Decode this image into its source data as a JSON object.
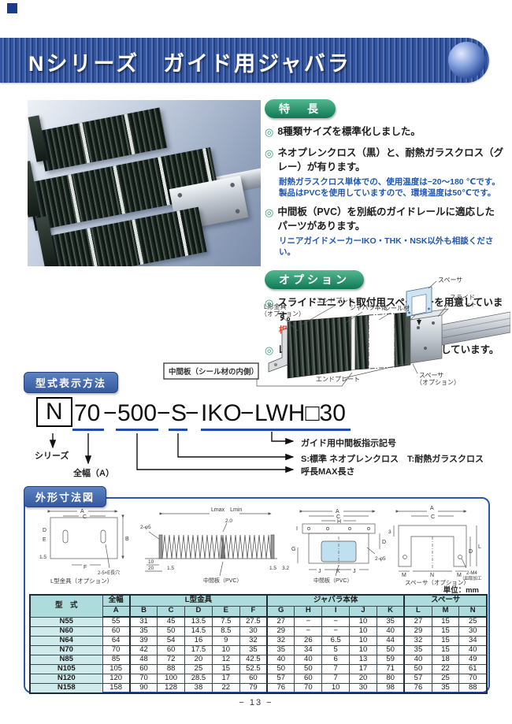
{
  "banner": {
    "title": "Nシリーズ　ガイド用ジャバラ"
  },
  "features": {
    "header": "特　長",
    "item1": "8種類サイズを標準化しました。",
    "item2": "ネオプレンクロス（黒）と、耐熱ガラスクロス（グレー）が有ります。",
    "item2_note": "耐熱ガラスクロス単体での、使用温度は−20〜180 ℃です。製品はPVCを使用していますので、環境温度は50℃です。",
    "item3": "中間板（PVC）を別紙のガイドレールに適応したパーツがあります。",
    "item3_note": "リニアガイドメーカーIKO・THK・NSK以外も相談ください。"
  },
  "options": {
    "header": "オプション",
    "item1": "スライドユニット取付用スペーサーを用意しています。",
    "item1_note": "相手側にあわせて取付穴を加工してください。",
    "item2": "レールエンド固定用にL型金具を用意しています。"
  },
  "assembly": {
    "labels": {
      "l_bracket": "L形金具",
      "l_bracket2": "（オプション）",
      "end_plate_top": "エンドプレート",
      "bellows": "ジャバラ本体",
      "seal": "シール材",
      "spacer_top": "スペーサ",
      "slide1": "スライド",
      "slide2": "ユニット",
      "mid_plate": "中間板（シール材の内側）",
      "end_plate_bottom": "エンドプレート",
      "spacer_bottom": "スペーサ",
      "spacer_bottom2": "（オプション）"
    }
  },
  "model": {
    "header": "型式表示方法",
    "series": "N",
    "width": "70",
    "dash": "−",
    "length": "500",
    "cloth": "S",
    "maker": "IKO",
    "rail": "LWH□30",
    "ann_series": "シリーズ",
    "ann_width": "全幅（A）",
    "ann_length": "呼長MAX長さ",
    "ann_cloth": "S:標準 ネオプレンクロス　T:耐熱ガラスクロス",
    "ann_rail": "ガイド用中間板指示記号"
  },
  "dims": {
    "header": "外形寸法図",
    "unit": "単位：mm",
    "d1": {
      "a": "A",
      "c": "C",
      "b": "B",
      "d": "D",
      "e": "E",
      "t15": "1.5",
      "f": "F",
      "slot": "2-5×E長穴",
      "caption": "L型金具（オプション）"
    },
    "d2": {
      "lmax": "Lmax　Lmin",
      "pitch": "2.0",
      "phi": "2-φ5",
      "n10": "10",
      "n20": "20",
      "t15a": "1.5",
      "t15b": "1.5",
      "t32": "3.2",
      "mid": "中間板（PVC）"
    },
    "d3": {
      "a": "A",
      "c": "C",
      "h": "H",
      "i": "I",
      "g": "G",
      "d": "D",
      "j": "J",
      "k": "K",
      "phi": "2-φ5",
      "mid": "中間板（PVC）"
    },
    "d4": {
      "a": "A",
      "c": "C",
      "t3": "3",
      "d": "D",
      "l": "L",
      "m": "M",
      "n": "N",
      "m4": "2-M4",
      "m4note": "（皿取加工）",
      "caption": "スペーサ（オプション）"
    }
  },
  "table": {
    "col_model": "型　式",
    "groups": [
      "全幅",
      "L型金具",
      "ジャバラ本体",
      "スペーサ"
    ],
    "columns": [
      "A",
      "B",
      "C",
      "D",
      "E",
      "F",
      "G",
      "H",
      "I",
      "J",
      "K",
      "L",
      "M",
      "N"
    ],
    "rows": [
      {
        "model": "N55",
        "values": [
          "55",
          "31",
          "45",
          "13.5",
          "7.5",
          "27.5",
          "27",
          "−",
          "−",
          "10",
          "35",
          "27",
          "15",
          "25"
        ]
      },
      {
        "model": "N60",
        "values": [
          "60",
          "35",
          "50",
          "14.5",
          "8.5",
          "30",
          "29",
          "−",
          "−",
          "10",
          "40",
          "29",
          "15",
          "30"
        ]
      },
      {
        "model": "N64",
        "values": [
          "64",
          "39",
          "54",
          "16",
          "9",
          "32",
          "32",
          "26",
          "6.5",
          "10",
          "44",
          "32",
          "15",
          "34"
        ]
      },
      {
        "model": "N70",
        "values": [
          "70",
          "42",
          "60",
          "17.5",
          "10",
          "35",
          "35",
          "34",
          "5",
          "10",
          "50",
          "35",
          "15",
          "40"
        ]
      },
      {
        "model": "N85",
        "values": [
          "85",
          "48",
          "72",
          "20",
          "12",
          "42.5",
          "40",
          "40",
          "6",
          "13",
          "59",
          "40",
          "18",
          "49"
        ]
      },
      {
        "model": "N105",
        "values": [
          "105",
          "60",
          "88",
          "25",
          "15",
          "52.5",
          "50",
          "50",
          "7",
          "17",
          "71",
          "50",
          "22",
          "61"
        ]
      },
      {
        "model": "N120",
        "values": [
          "120",
          "70",
          "100",
          "28.5",
          "17",
          "60",
          "57",
          "60",
          "7",
          "20",
          "80",
          "57",
          "25",
          "70"
        ]
      },
      {
        "model": "N158",
        "values": [
          "158",
          "90",
          "128",
          "38",
          "22",
          "79",
          "76",
          "70",
          "10",
          "30",
          "98",
          "76",
          "35",
          "88"
        ]
      }
    ]
  },
  "footer": {
    "page_number": "− 13 −"
  },
  "colors": {
    "banner_blue": "#33549f",
    "pill_green": "#178a63",
    "pill_blue": "#3a63ae",
    "note_blue": "#1f57b5",
    "note_red": "#e8402a",
    "underline_blue": "#1d4fa8",
    "table_header_bg": "#aedcdc",
    "table_model_bg": "#cfeaea"
  }
}
